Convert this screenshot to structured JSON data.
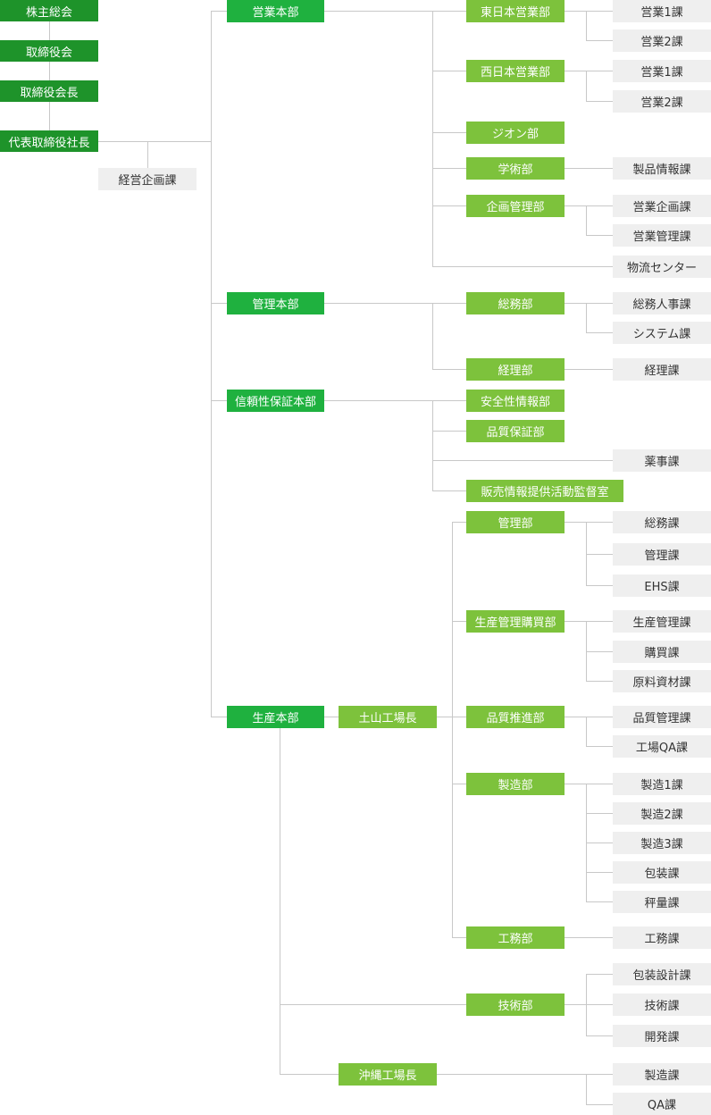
{
  "colors": {
    "executive": "#1e932a",
    "headquarters": "#1fb13f",
    "department": "#7dc23c",
    "section_bg": "#efefef",
    "section_text": "#333333",
    "connector": "#c8c8c8"
  },
  "executive": {
    "shareholders_meeting": "株主総会",
    "board_of_directors": "取締役会",
    "chairman": "取締役会長",
    "president": "代表取締役社長",
    "corporate_planning": "経営企画課"
  },
  "sales_hq": {
    "label": "営業本部",
    "east_sales": {
      "label": "東日本営業部",
      "sections": [
        "営業1課",
        "営業2課"
      ]
    },
    "west_sales": {
      "label": "西日本営業部",
      "sections": [
        "営業1課",
        "営業2課"
      ]
    },
    "zeon": {
      "label": "ジオン部"
    },
    "academic": {
      "label": "学術部",
      "sections": [
        "製品情報課"
      ]
    },
    "planning_mgmt": {
      "label": "企画管理部",
      "sections": [
        "営業企画課",
        "営業管理課"
      ]
    },
    "logistics_center": "物流センター"
  },
  "admin_hq": {
    "label": "管理本部",
    "general_affairs": {
      "label": "総務部",
      "sections": [
        "総務人事課",
        "システム課"
      ]
    },
    "accounting": {
      "label": "経理部",
      "sections": [
        "経理課"
      ]
    }
  },
  "reliability_hq": {
    "label": "信頼性保証本部",
    "safety_info": {
      "label": "安全性情報部"
    },
    "quality_assurance": {
      "label": "品質保証部"
    },
    "pharma_affairs": "薬事課",
    "sales_monitoring": {
      "label": "販売情報提供活動監督室"
    }
  },
  "production_hq": {
    "label": "生産本部",
    "dotoyama_plant": {
      "label": "土山工場長",
      "management": {
        "label": "管理部",
        "sections": [
          "総務課",
          "管理課",
          "EHS課"
        ]
      },
      "procurement": {
        "label": "生産管理購買部",
        "sections": [
          "生産管理課",
          "購買課",
          "原料資材課"
        ]
      },
      "quality_promo": {
        "label": "品質推進部",
        "sections": [
          "品質管理課",
          "工場QA課"
        ]
      },
      "manufacturing": {
        "label": "製造部",
        "sections": [
          "製造1課",
          "製造2課",
          "製造3課",
          "包装課",
          "秤量課"
        ]
      },
      "engineering": {
        "label": "工務部",
        "sections": [
          "工務課"
        ]
      }
    },
    "technology": {
      "label": "技術部",
      "sections": [
        "包装設計課",
        "技術課",
        "開発課"
      ]
    },
    "okinawa_plant": {
      "label": "沖縄工場長",
      "sections": [
        "製造課",
        "QA課"
      ]
    }
  }
}
